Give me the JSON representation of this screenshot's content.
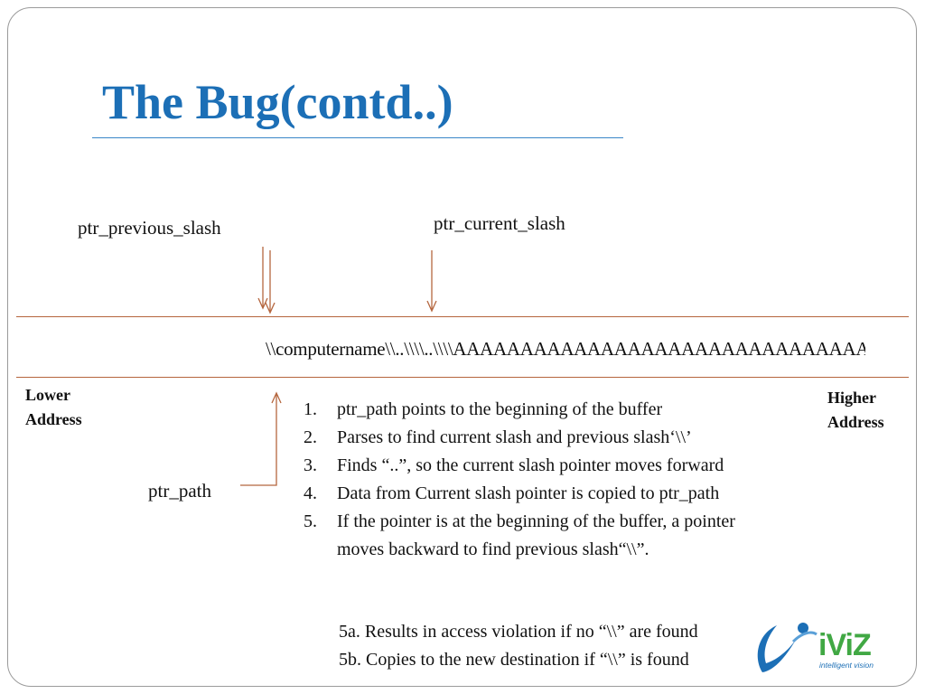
{
  "slide": {
    "title": "The Bug(contd..)",
    "pointer_labels": {
      "previous": "ptr_previous_slash",
      "current": "ptr_current_slash",
      "path": "ptr_path"
    },
    "buffer_text": "\\\\computername\\\\..\\\\\\\\..\\\\\\\\AAAAAAAAAAAAAAAAAAAAAAAAAAAAAAAAAAAAAAAAAAAAAAAAAAAAAAA",
    "lower_address": "Lower\nAddress",
    "higher_address": "Higher\nAddress",
    "steps": [
      {
        "num": "1.",
        "text": "ptr_path points to the beginning of the buffer"
      },
      {
        "num": "2.",
        "text": "Parses to find current slash and previous slash‘\\\\’"
      },
      {
        "num": "3.",
        "text": "Finds “..”, so the current slash pointer moves forward"
      },
      {
        "num": "4.",
        "text": "Data from Current slash pointer is copied to ptr_path"
      },
      {
        "num": "5.",
        "text": "If the pointer is at the beginning of the buffer, a pointer moves backward to find previous slash“\\\\”."
      }
    ],
    "subnotes": [
      "5a. Results in access violation if no “\\\\” are found",
      "5b. Copies to the new destination if  “\\\\” is found"
    ]
  },
  "logo": {
    "name": "iViZ",
    "tagline": "intelligent vision",
    "colors": {
      "green": "#41a844",
      "blue": "#1c6fb6"
    }
  },
  "colors": {
    "title": "#1c6fb6",
    "arrow": "#b5663e"
  }
}
